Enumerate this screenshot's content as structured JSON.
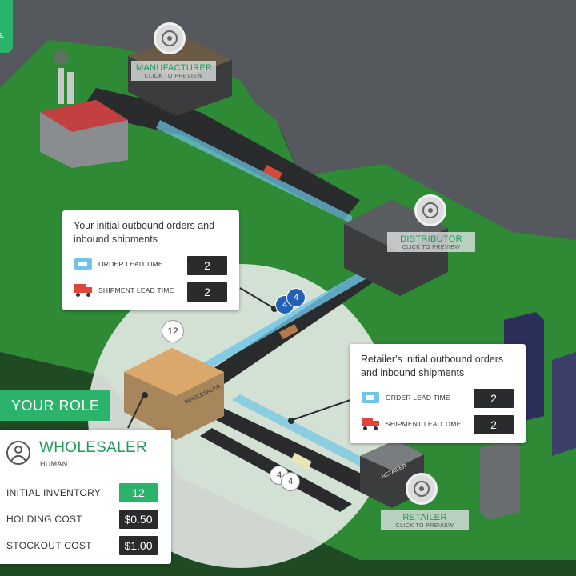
{
  "toast": {
    "text": "s."
  },
  "nodes": {
    "manufacturer": {
      "name": "MANUFACTURER",
      "cta": "CLICK TO PREVIEW"
    },
    "distributor": {
      "name": "DISTRIBUTOR",
      "cta": "CLICK TO PREVIEW"
    },
    "retailer": {
      "name": "RETAILER",
      "cta": "CLICK TO PREVIEW"
    }
  },
  "wholesaler_building": {
    "sign": "WHOLESALER",
    "inventory_badge": "12"
  },
  "retailer_building": {
    "sign": "RETAILER"
  },
  "road_markers": {
    "upper_a": "4",
    "upper_b": "4",
    "lower_a": "4",
    "lower_b": "4"
  },
  "wholesaler_card": {
    "title": "Your initial outbound orders and inbound shipments",
    "order_label": "ORDER LEAD TIME",
    "order_value": "2",
    "shipment_label": "SHIPMENT LEAD TIME",
    "shipment_value": "2"
  },
  "retailer_card": {
    "title": "Retailer's initial outbound orders and inbound shipments",
    "order_label": "ORDER LEAD TIME",
    "order_value": "2",
    "shipment_label": "SHIPMENT LEAD TIME",
    "shipment_value": "2"
  },
  "role": {
    "tab_label": "YOUR ROLE",
    "name": "WHOLESALER",
    "type": "HUMAN",
    "stats": [
      {
        "label": "INITIAL INVENTORY",
        "value": "12",
        "color": "#2cb36b"
      },
      {
        "label": "HOLDING COST",
        "value": "$0.50",
        "color": "#2a2b2d"
      },
      {
        "label": "STOCKOUT COST",
        "value": "$1.00",
        "color": "#2a2b2d"
      }
    ]
  },
  "colors": {
    "accent": "#2cb36b",
    "grass": "#2f8a36",
    "background": "#55585d",
    "road": "#2a2b2d"
  }
}
